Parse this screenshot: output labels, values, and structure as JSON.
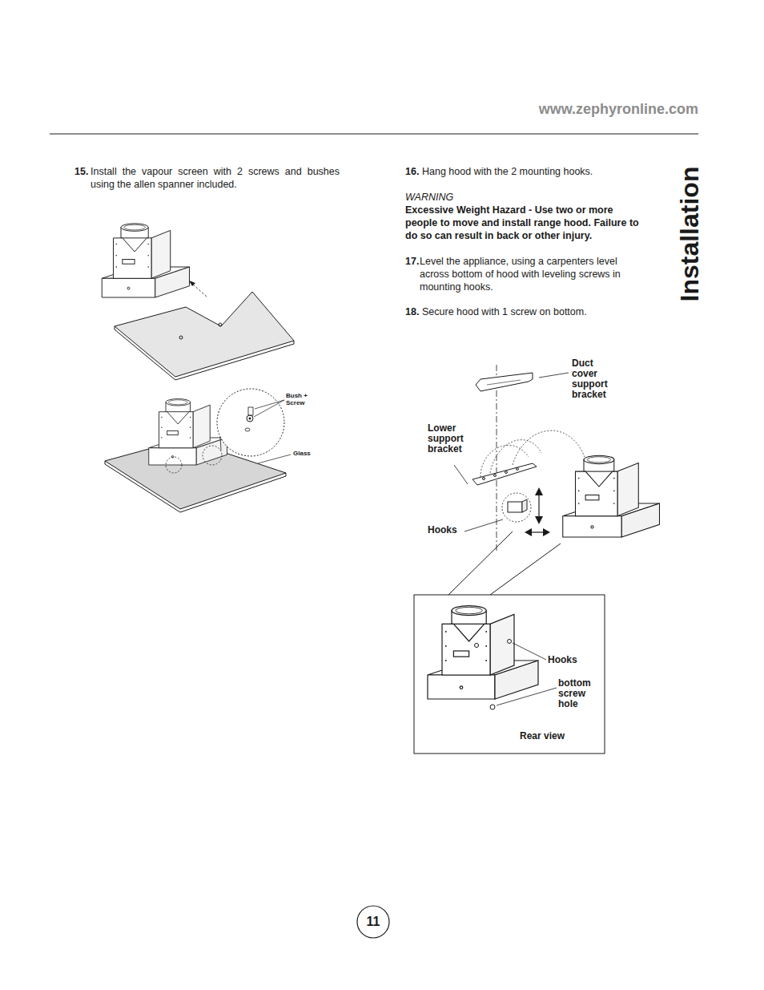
{
  "diagram": {
    "title": "Installation",
    "labels": [
      "www.zephyronline.com",
      "15.",
      "Install the vapour screen with 2 screws and bushes using the allen spanner included.",
      "Bush + Screw",
      "Glass",
      "16.",
      "Hang hood with the 2 mounting hooks.",
      "WARNING",
      "Excessive Weight Hazard - Use two or more people to move and install range hood. Failure to do so can result in back or other injury.",
      "17.",
      "Level the appliance, using a carpenters level across bottom of hood with leveling screws in mounting hooks.",
      "18.",
      "Secure hood with 1 screw on bottom.",
      "Duct cover support bracket",
      "Lower support bracket",
      "Hooks",
      "Hooks",
      "bottom screw hole",
      "Rear view",
      "11"
    ]
  }
}
